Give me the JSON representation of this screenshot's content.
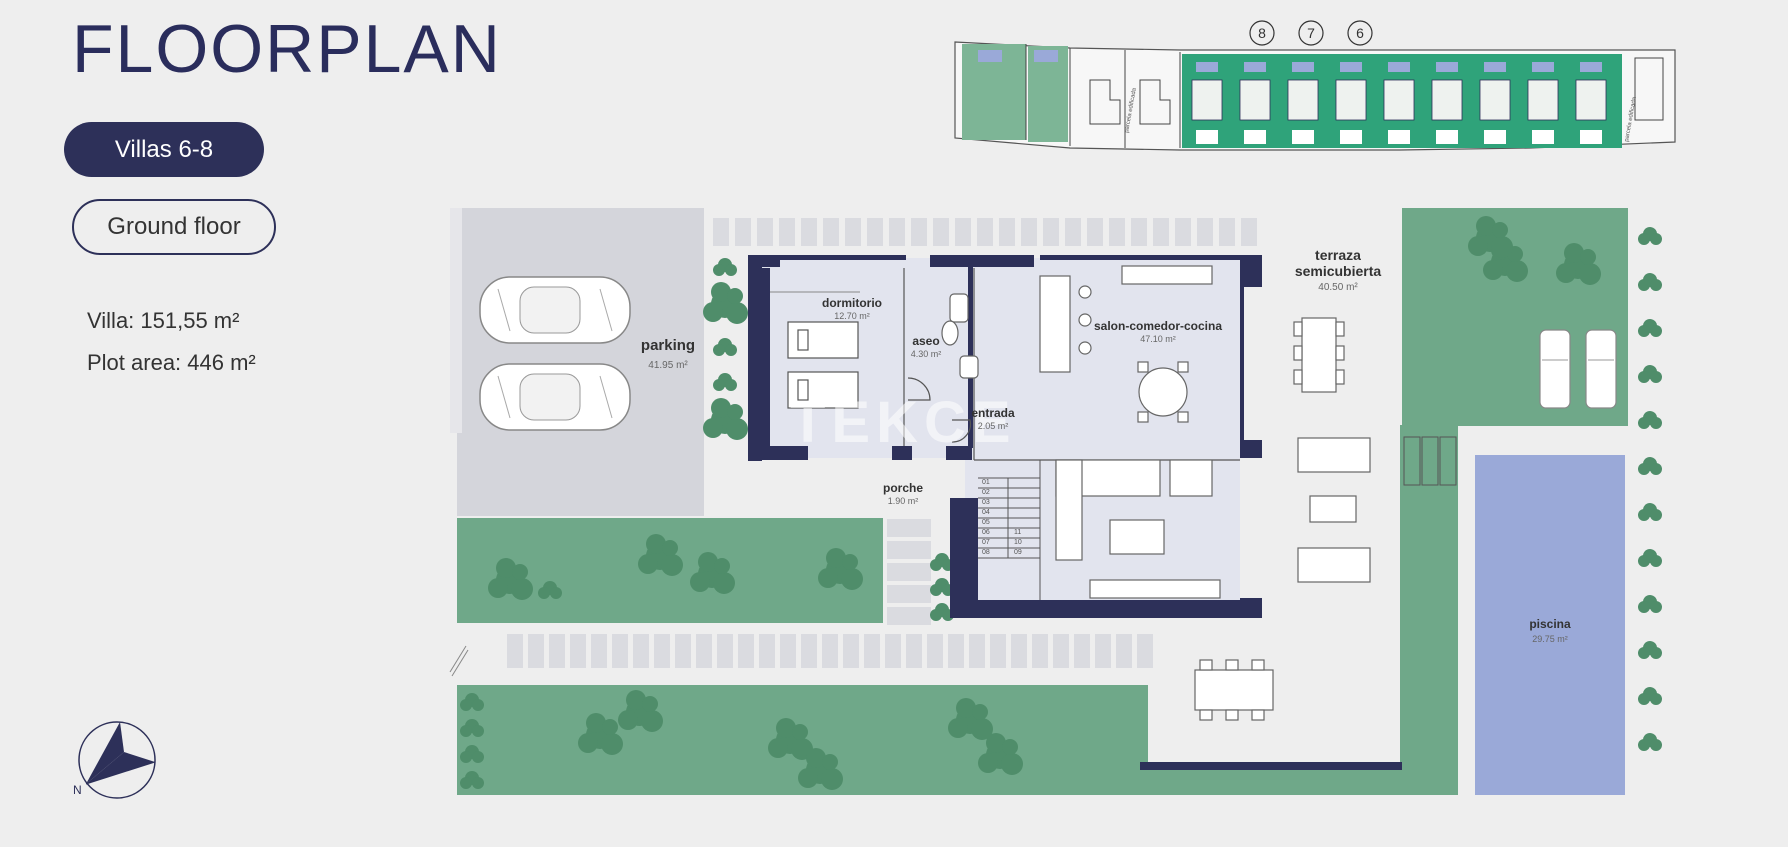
{
  "title": "FLOORPLAN",
  "villas_badge": "Villas 6-8",
  "floor_badge": "Ground floor",
  "villa_area": "Villa: 151,55 m²",
  "plot_area": "Plot area: 446 m²",
  "site_map": {
    "numbers": [
      "8",
      "7",
      "6"
    ],
    "plot_label": "parcela edificada"
  },
  "rooms": {
    "parking": {
      "name": "parking",
      "area": "41.95 m²"
    },
    "dormitorio": {
      "name": "dormitorio",
      "area": "12.70 m²"
    },
    "aseo": {
      "name": "aseo",
      "area": "4.30 m²"
    },
    "salon": {
      "name": "salon-comedor-cocina",
      "area": "47.10 m²"
    },
    "entrada": {
      "name": "entrada",
      "area": "2.05 m²"
    },
    "porche": {
      "name": "porche",
      "area": "1.90 m²"
    },
    "terraza": {
      "name_line1": "terraza",
      "name_line2": "semicubierta",
      "area": "40.50 m²"
    },
    "piscina": {
      "name": "piscina",
      "area": "29.75 m²"
    }
  },
  "stair_steps": [
    "01",
    "02",
    "03",
    "04",
    "05",
    "06",
    "07",
    "08",
    "09",
    "10",
    "11"
  ],
  "watermark": "TEKCE",
  "compass_label": "N",
  "colors": {
    "navy": "#2d3059",
    "garden": "#6fa889",
    "garden_light": "#7db596",
    "tree": "#4f8d6a",
    "pool": "#9aa9d8",
    "parking_bg": "#d4d5db",
    "interior": "#e2e4ee",
    "paver": "#dadbe0"
  }
}
